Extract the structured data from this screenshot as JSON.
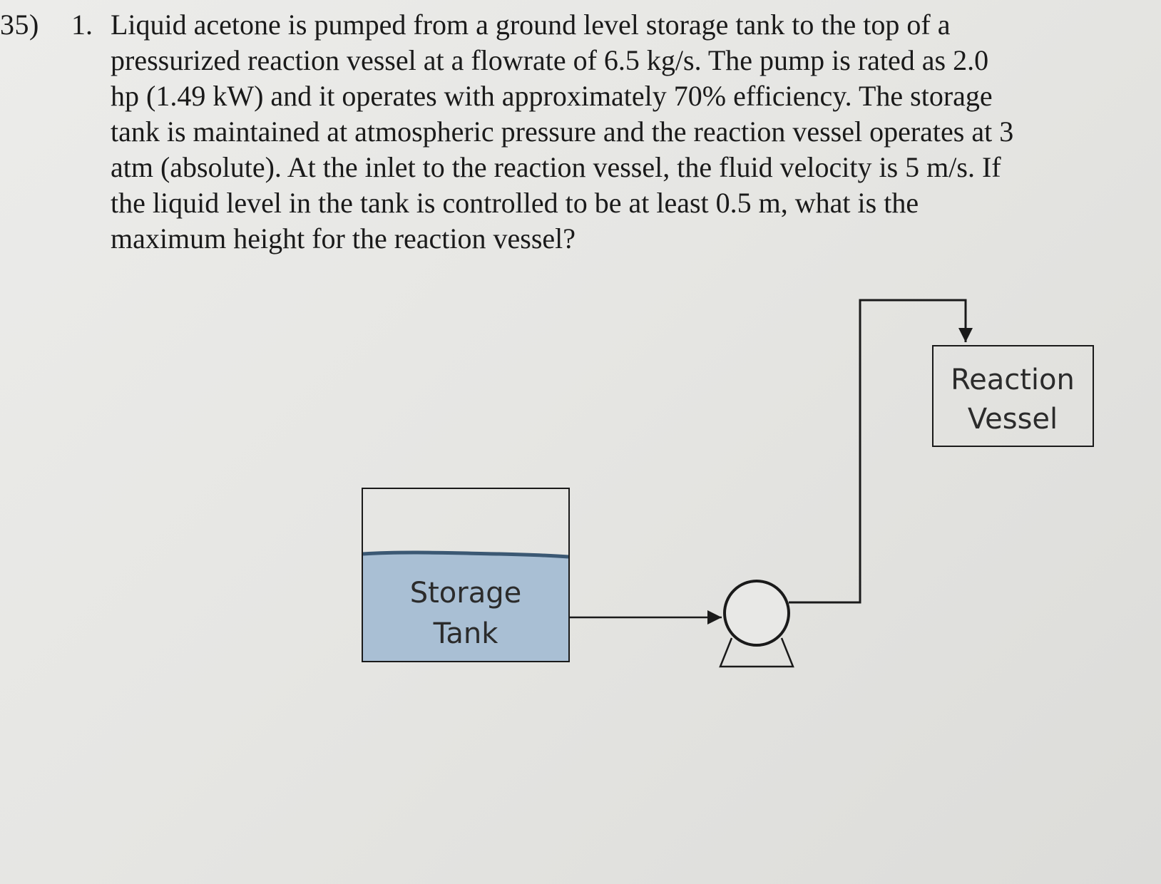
{
  "problem": {
    "number": "35)",
    "item_number": "1.",
    "text_lines": [
      "Liquid acetone is pumped from a ground level storage tank to the top of a",
      "pressurized reaction vessel at a flowrate of 6.5 kg/s.  The pump is rated as 2.0",
      "hp (1.49 kW) and it operates with approximately 70% efficiency. The storage",
      "tank is maintained at atmospheric pressure and the reaction vessel operates at 3",
      "atm (absolute). At the inlet to the reaction vessel, the fluid velocity is 5 m/s. If",
      "the liquid level in the tank is controlled to be at least 0.5 m, what is the",
      "maximum height for the reaction vessel?"
    ]
  },
  "diagram": {
    "storage_tank": {
      "label_line1": "Storage",
      "label_line2": "Tank"
    },
    "reaction_vessel": {
      "label_line1": "Reaction",
      "label_line2": "Vessel"
    },
    "colors": {
      "liquid_fill": "#a9bfd4",
      "liquid_surface": "#3b5873",
      "stroke": "#1a1a1a"
    }
  }
}
